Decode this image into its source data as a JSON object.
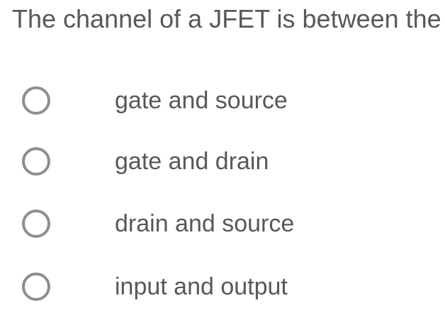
{
  "question": {
    "text": "The channel of a JFET is between the"
  },
  "options": [
    {
      "label": "gate and source",
      "selected": false
    },
    {
      "label": "gate and drain",
      "selected": false
    },
    {
      "label": "drain and source",
      "selected": false
    },
    {
      "label": "input and output",
      "selected": false
    }
  ],
  "colors": {
    "background": "#ffffff",
    "text": "#57585b",
    "radio_border": "#8e8e92"
  }
}
